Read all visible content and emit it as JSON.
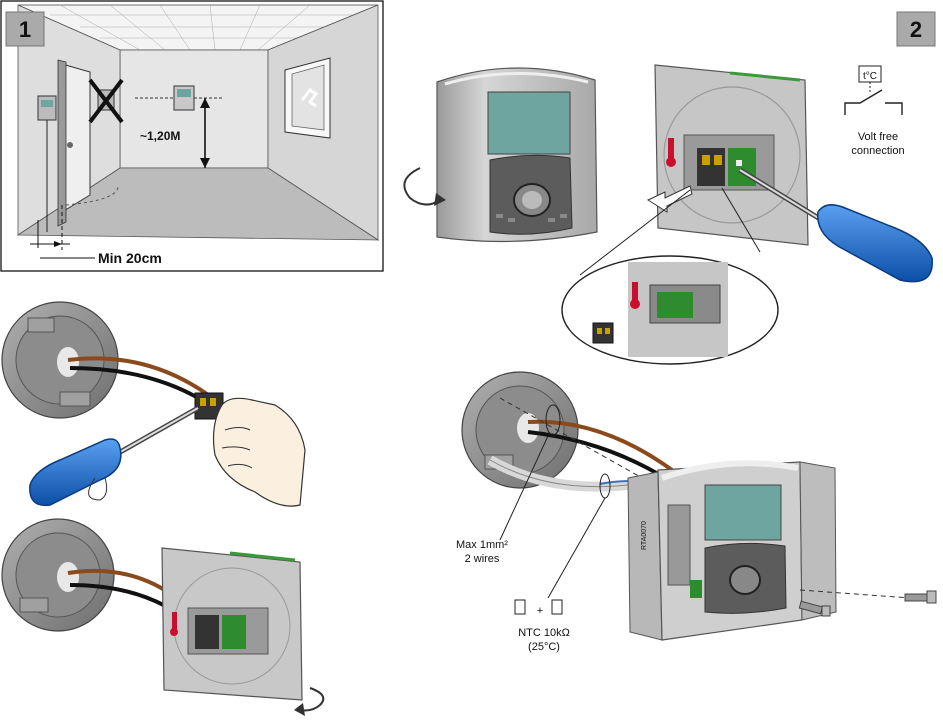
{
  "step1": {
    "badge": "1",
    "height_label": "~1,20M",
    "min_label": "Min 20cm"
  },
  "step2": {
    "badge": "2",
    "sensor_symbol": "t°C",
    "volt_free_1": "Volt free",
    "volt_free_2": "connection"
  },
  "wiring": {
    "max_wire_1": "Max 1mm²",
    "max_wire_2": "2 wires",
    "ntc_label": "NTC 10kΩ",
    "ntc_temp": "(25°C)",
    "plus": "+"
  },
  "device": {
    "side_text": "RTA0070"
  },
  "colors": {
    "wall": "#e8e8e8",
    "floor": "#bdbdbd",
    "box": "#8a8a8a",
    "device": "#cfcfcf",
    "display": "#6fa5a0",
    "terminal": "#2e8b2e",
    "brown_wire": "#8b4a1c",
    "screwdriver": "#1e6fd0",
    "sensor": "#c8102e"
  }
}
